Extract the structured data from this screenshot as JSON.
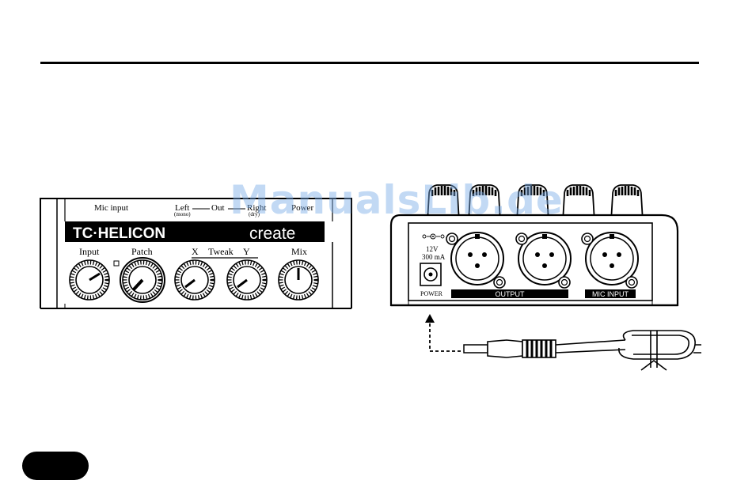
{
  "page": {
    "watermark": "ManualsLib.de"
  },
  "front_panel": {
    "top_labels": {
      "mic_input": "Mic input",
      "left": "Left",
      "mono": "(mono)",
      "out": "Out",
      "right": "Right",
      "dry": "(dry)",
      "power": "Power"
    },
    "brand": "TC·HELICON",
    "model": "create",
    "knobs": {
      "input": "Input",
      "patch": "Patch",
      "x": "X",
      "tweak": "Tweak",
      "y": "Y",
      "mix": "Mix"
    }
  },
  "rear_panel": {
    "power_spec_voltage": "12V",
    "power_spec_current": "300 mA",
    "power_label": "POWER",
    "output_label": "OUTPUT",
    "mic_input_label": "MIC INPUT"
  }
}
